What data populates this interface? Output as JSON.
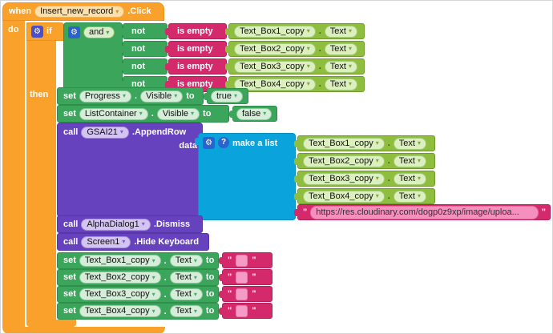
{
  "colors": {
    "control_orange": "#F9A12B",
    "logic_green": "#3BA55B",
    "text_magenta": "#D42A6B",
    "component_getter_green": "#8FBE3F",
    "procedure_purple": "#6742BF",
    "list_cyan": "#0AA3DC"
  },
  "icons": {
    "gear": "⚙",
    "help": "?",
    "arrow": "▾"
  },
  "event_block": {
    "when": "when",
    "component": "Insert_new_record",
    "event": ".Click",
    "do": "do",
    "if": "if",
    "then": "then"
  },
  "logic": {
    "and": "and",
    "not": "not",
    "is_empty": "is empty"
  },
  "condition_rows": [
    {
      "component": "Text_Box1_copy",
      "dot": ".",
      "property": "Text"
    },
    {
      "component": "Text_Box2_copy",
      "dot": ".",
      "property": "Text"
    },
    {
      "component": "Text_Box3_copy",
      "dot": ".",
      "property": "Text"
    },
    {
      "component": "Text_Box4_copy",
      "dot": ".",
      "property": "Text"
    }
  ],
  "set_progress": {
    "set": "set",
    "component": "Progress",
    "dot": ".",
    "property": "Visible",
    "to": "to",
    "value": "true"
  },
  "set_listcontainer": {
    "set": "set",
    "component": "ListContainer",
    "dot": ".",
    "property": "Visible",
    "to": "to",
    "value": "false"
  },
  "call_appendrow": {
    "call": "call",
    "component": "GSAI21",
    "method": ".AppendRow",
    "param": "data"
  },
  "make_a_list": {
    "label": "make a list",
    "items": [
      {
        "component": "Text_Box1_copy",
        "dot": ".",
        "property": "Text"
      },
      {
        "component": "Text_Box2_copy",
        "dot": ".",
        "property": "Text"
      },
      {
        "component": "Text_Box3_copy",
        "dot": ".",
        "property": "Text"
      },
      {
        "component": "Text_Box4_copy",
        "dot": ".",
        "property": "Text"
      }
    ],
    "url": {
      "open": "\"",
      "text": "https://res.cloudinary.com/dogp0z9xp/image/uploa...",
      "close": "\""
    }
  },
  "call_dismiss": {
    "call": "call",
    "component": "AlphaDialog1",
    "method": ".Dismiss"
  },
  "call_hidekeyboard": {
    "call": "call",
    "component": "Screen1",
    "method": ".Hide Keyboard"
  },
  "clear_rows": [
    {
      "set": "set",
      "component": "Text_Box1_copy",
      "dot": ".",
      "property": "Text",
      "to": "to",
      "open": "\"",
      "close": "\""
    },
    {
      "set": "set",
      "component": "Text_Box2_copy",
      "dot": ".",
      "property": "Text",
      "to": "to",
      "open": "\"",
      "close": "\""
    },
    {
      "set": "set",
      "component": "Text_Box3_copy",
      "dot": ".",
      "property": "Text",
      "to": "to",
      "open": "\"",
      "close": "\""
    },
    {
      "set": "set",
      "component": "Text_Box4_copy",
      "dot": ".",
      "property": "Text",
      "to": "to",
      "open": "\"",
      "close": "\""
    }
  ]
}
